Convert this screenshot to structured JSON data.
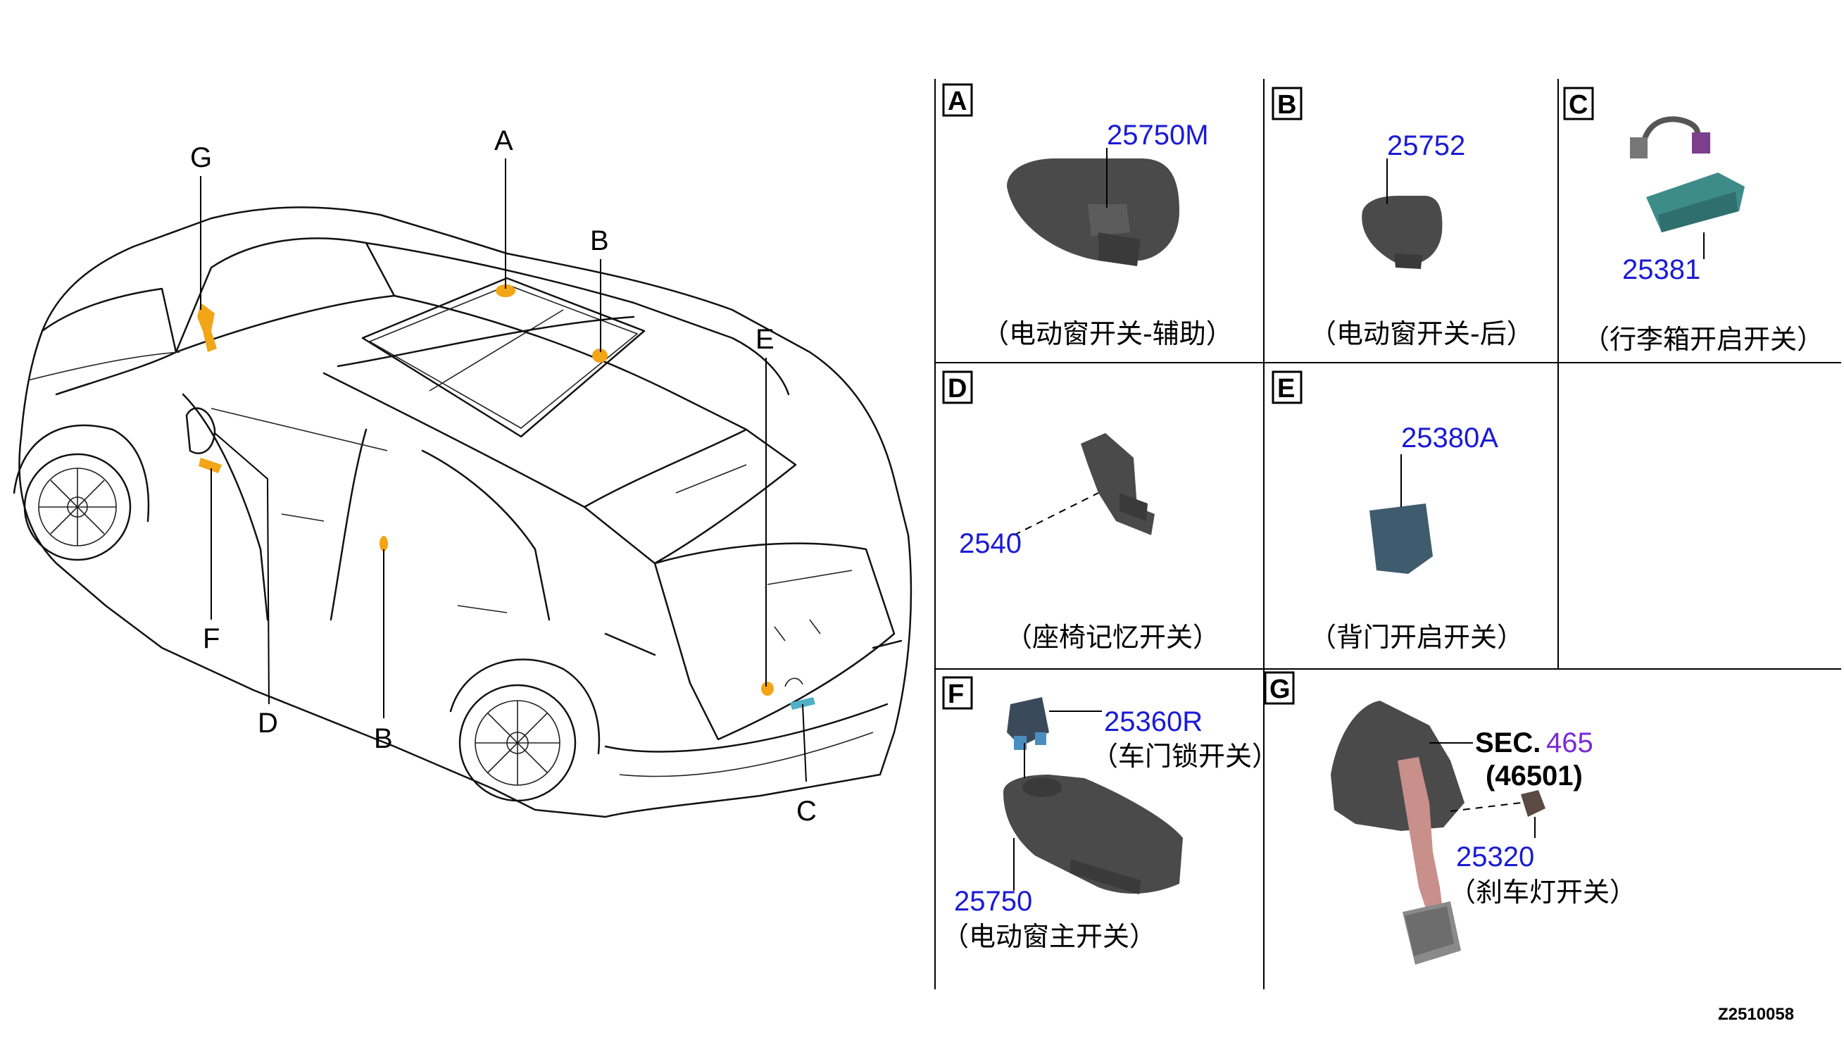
{
  "diagram": {
    "callouts": {
      "a": "A",
      "b_top": "B",
      "b_bottom": "B",
      "c": "C",
      "d": "D",
      "e": "E",
      "f": "F",
      "g": "G"
    },
    "panels": [
      {
        "letter": "A",
        "part_number": "25750M",
        "label": "（电动窗开关-辅助）"
      },
      {
        "letter": "B",
        "part_number": "25752",
        "label": "（电动窗开关-后）"
      },
      {
        "letter": "C",
        "part_number": "25381",
        "label": "（行李箱开启开关）"
      },
      {
        "letter": "D",
        "part_number": "2540",
        "label": "（座椅记忆开关）"
      },
      {
        "letter": "E",
        "part_number": "25380A",
        "label": "（背门开启开关）"
      },
      {
        "letter": "F",
        "part_numbers": [
          "25360R",
          "25750"
        ],
        "labels": [
          "（车门锁开关）",
          "（电动窗主开关）"
        ]
      },
      {
        "letter": "G",
        "sec_prefix": "SEC.",
        "sec_number": "465",
        "sec_sub": "(46501)",
        "part_number": "25320",
        "label": "（刹车灯开关）"
      }
    ],
    "reference_code": "Z2510058",
    "colors": {
      "part_number": "#1a1ad6",
      "section_number": "#7a2ad6",
      "highlight": "#f2a516"
    }
  }
}
